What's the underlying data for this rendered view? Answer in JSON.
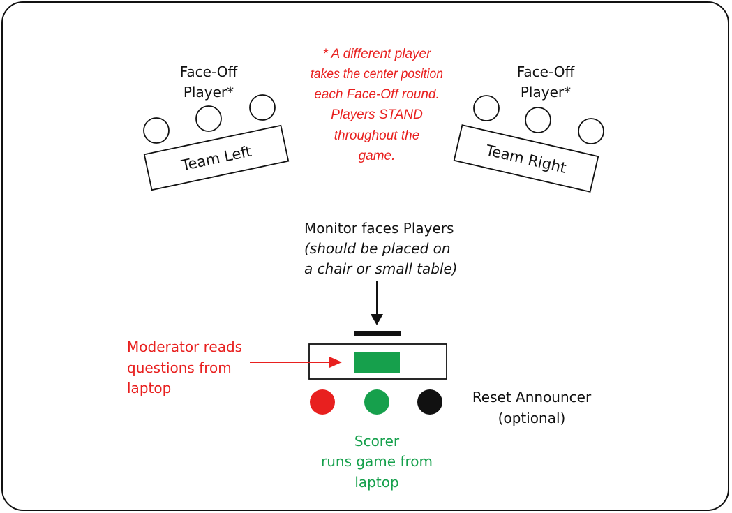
{
  "colors": {
    "red": "#e8201f",
    "green": "#16a04c",
    "black": "#111111"
  },
  "note": {
    "lines": [
      "* A different player",
      "takes the center position",
      "each Face-Off round.",
      "Players STAND",
      "throughout the",
      "game."
    ]
  },
  "team_left": {
    "faceoff_line1": "Face-Off",
    "faceoff_line2": "Player*",
    "label": "Team Left"
  },
  "team_right": {
    "faceoff_line1": "Face-Off",
    "faceoff_line2": "Player*",
    "label": "Team Right"
  },
  "monitor": {
    "line1": "Monitor faces Players",
    "line2": "(should be placed on",
    "line3": "a chair or small table)"
  },
  "moderator": {
    "line1": "Moderator reads",
    "line2": "questions from",
    "line3": "laptop"
  },
  "reset_announcer": {
    "line1": "Reset Announcer",
    "line2": "(optional)"
  },
  "scorer": {
    "line1": "Scorer",
    "line2": "runs game from",
    "line3": "laptop"
  }
}
